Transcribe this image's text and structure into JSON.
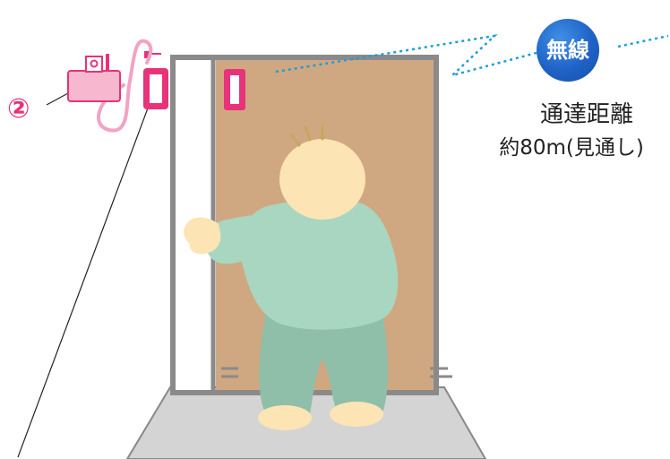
{
  "callout": {
    "marker": "②"
  },
  "wireless": {
    "badge_label": "無線"
  },
  "range": {
    "title": "通達距離",
    "value": "約80m(見通し)"
  },
  "colors": {
    "door": "#cfa882",
    "door_frame": "#8a8a8a",
    "sensor": "#e8327a",
    "receiver": "#f7b8cf",
    "signal": "#1e9ed8",
    "badge": "#1f62c6",
    "sweater": "#a9d6c0",
    "pants": "#8fbfa8",
    "skin": "#fde4b5",
    "floor": "#d4d4d4"
  }
}
